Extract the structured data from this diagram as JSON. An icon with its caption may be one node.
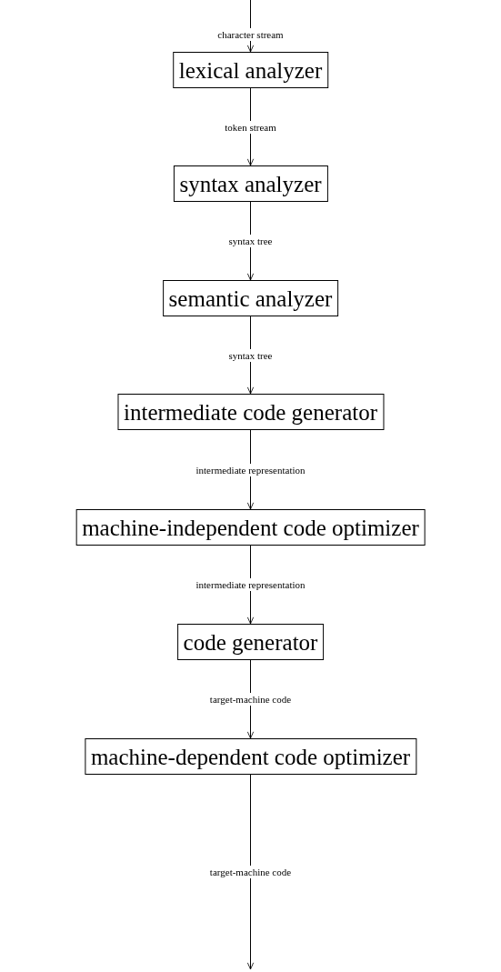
{
  "diagram": {
    "nodes": [
      {
        "text": [
          "lexical analyzer"
        ]
      },
      {
        "text": [
          "syntax analyzer"
        ]
      },
      {
        "text": [
          "semantic analyzer"
        ]
      },
      {
        "text": [
          "intermediate code generator"
        ]
      },
      {
        "text": [
          "machine-independent code optimizer"
        ]
      },
      {
        "text": [
          "code generator"
        ]
      },
      {
        "text": [
          "machine-dependent code optimizer"
        ]
      }
    ],
    "edges": [
      {
        "from": null,
        "to": 0,
        "arrow": "to",
        "label": "character stream"
      },
      {
        "from": 0,
        "to": 1,
        "arrow": "to",
        "label": "token stream"
      },
      {
        "from": 1,
        "to": 2,
        "arrow": "to",
        "label": "syntax tree"
      },
      {
        "from": 2,
        "to": 3,
        "arrow": "to",
        "label": "syntax tree"
      },
      {
        "from": 3,
        "to": 4,
        "arrow": "to",
        "label": "intermediate representation"
      },
      {
        "from": 4,
        "to": 5,
        "arrow": "to",
        "label": "intermediate representation"
      },
      {
        "from": 5,
        "to": 6,
        "arrow": "to",
        "label": "target-machine code"
      },
      {
        "from": 6,
        "to": null,
        "arrow": "to",
        "label": "target-machine code"
      }
    ]
  }
}
